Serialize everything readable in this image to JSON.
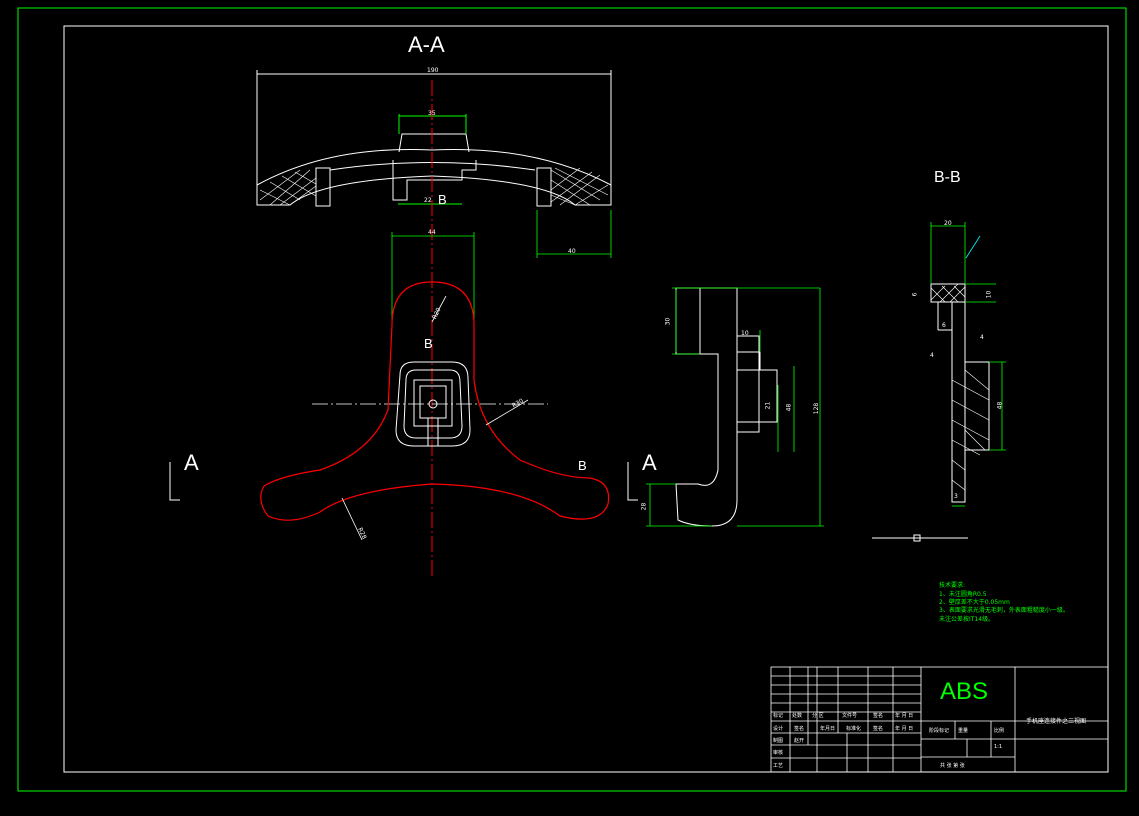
{
  "colors": {
    "frame": "#00ff00",
    "outline": "#ffffff",
    "profile": "#ff0000",
    "centerline": "#ff0000",
    "dimension": "#00ff00",
    "background": "#000000"
  },
  "view_labels": {
    "aa_title": "A-A",
    "bb_title": "B-B",
    "a_left": "A",
    "a_right": "A",
    "b_top": "B",
    "b_center": "B",
    "b_right": "B"
  },
  "dimensions": {
    "total_width": "190",
    "top_width": "35",
    "bottom_offset": "22",
    "side_width": "40",
    "neck_width": "44",
    "radius_top": "R20",
    "radius_right": "R30",
    "radius_bottom": "R28",
    "side_h1": "30",
    "side_h2": "10",
    "side_h3": "21",
    "side_h4": "48",
    "side_total": "128",
    "side_bottom": "28",
    "bb_top": "20",
    "bb_h1": "10",
    "bb_h2": "6",
    "bb_w1": "6",
    "bb_w2": "4",
    "bb_w3": "4",
    "bb_h3": "48",
    "bb_b": "3"
  },
  "notes": {
    "heading": "技术要求:",
    "line1": "1、未注圆角R0.5",
    "line2": "2、壁厚差不大于0.05mm",
    "line3": "3、表面要求光滑无毛刺，外表面粗糙度小一级。",
    "line4": "未注公差按IT14级。"
  },
  "title_block": {
    "material": "ABS",
    "part_name": "手机座连接件之三视图",
    "scale": "1:1",
    "rows": {
      "r1": [
        "标记",
        "处数",
        "分 区",
        "文件号",
        "签名",
        "年 月 日"
      ],
      "r2": [
        "设计",
        "签名",
        "年月日",
        "标准化",
        "签名",
        "年 月 日"
      ],
      "r3": [
        "制图",
        "赵开"
      ],
      "r4": [
        "审核"
      ],
      "r5": [
        "工艺"
      ]
    },
    "stage_label": "阶段标记",
    "weight_label": "重量",
    "scale_label": "比例",
    "sheet_label": "共  张 第  张"
  }
}
